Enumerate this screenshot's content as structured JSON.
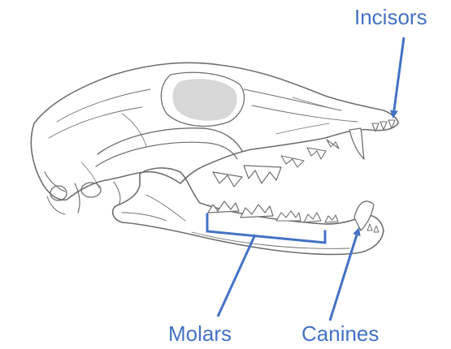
{
  "colors": {
    "accent": "#4472c4",
    "sketch": "#6f6f6f",
    "sketch_light": "#a6a6a6",
    "shade": "#8c8c8c"
  },
  "labels": {
    "incisors": "Incisors",
    "molars": "Molars",
    "canines": "Canines"
  },
  "illustration": {
    "subject": "skull-sketch"
  }
}
